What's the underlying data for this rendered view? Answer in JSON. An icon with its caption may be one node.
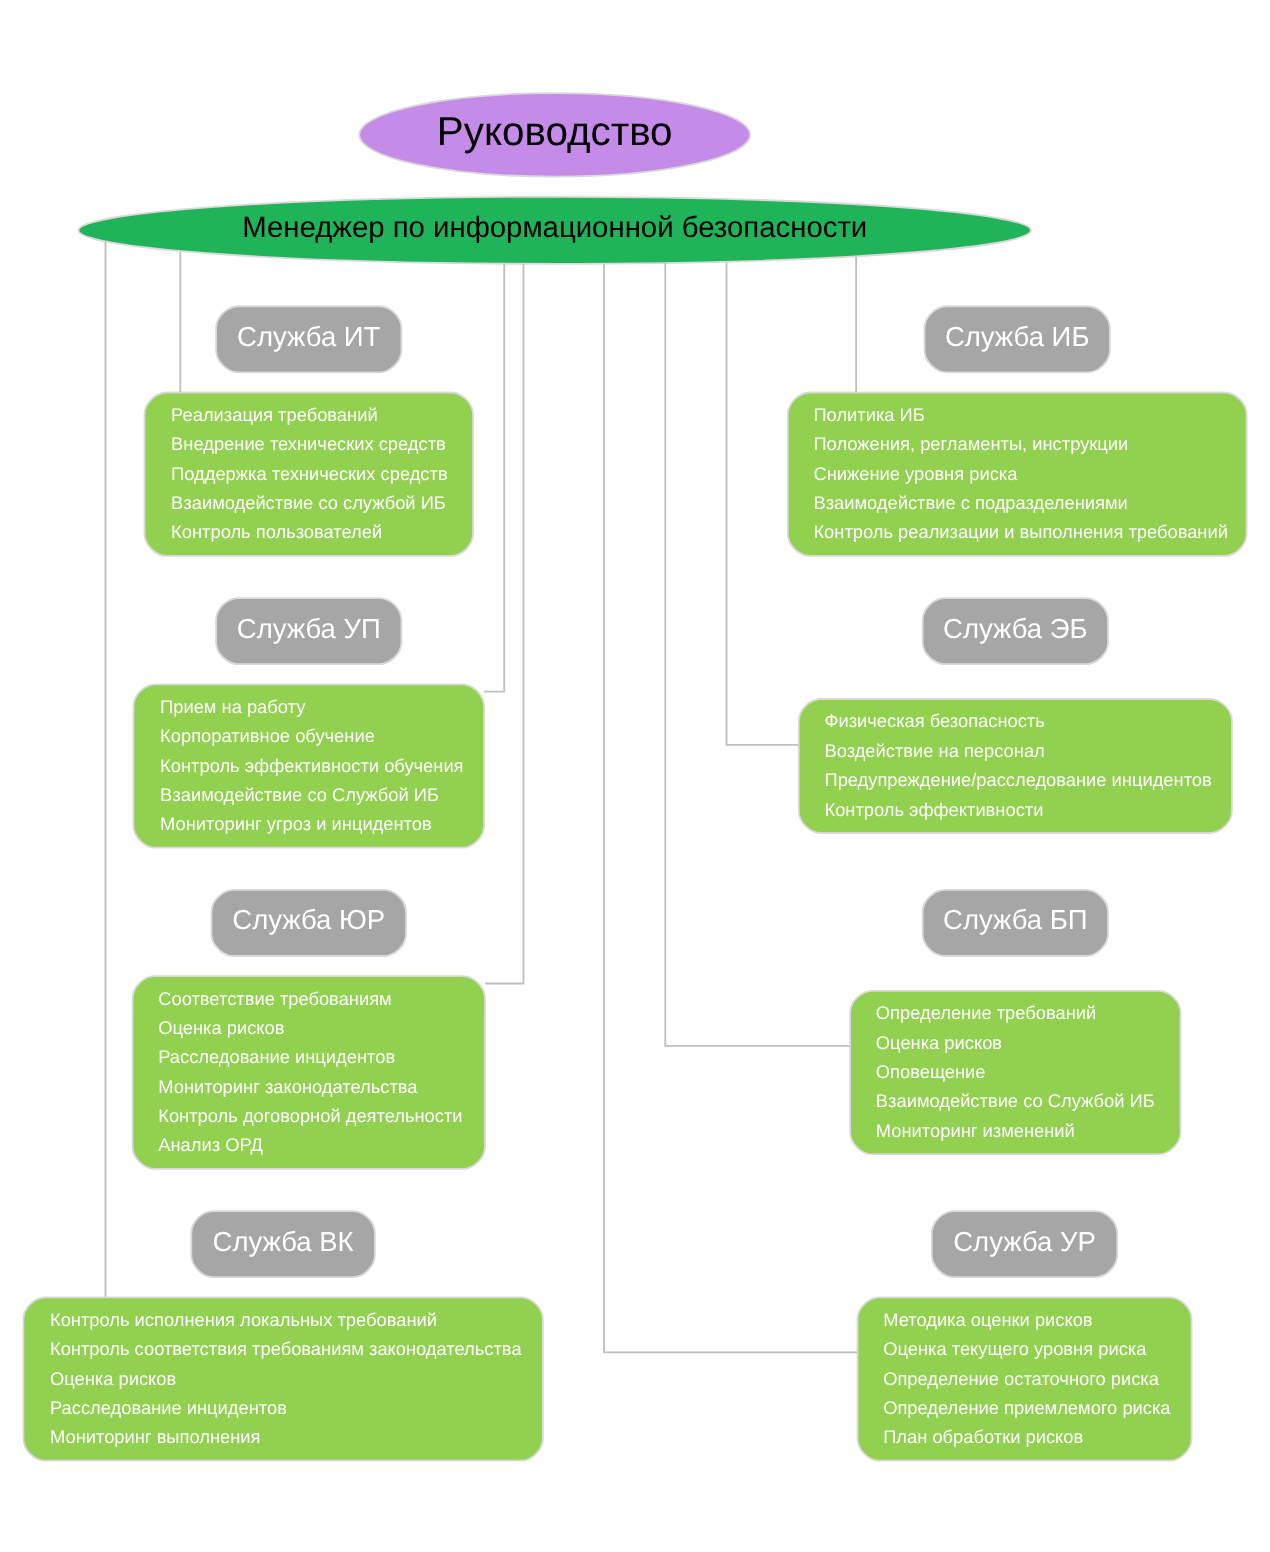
{
  "diagram": {
    "nodes": [
      {
        "text": [
          "Руководство"
        ]
      },
      {
        "text": [
          "Менеджер по информационной безопасности"
        ]
      },
      {
        "text": [
          "Служба ИТ"
        ]
      },
      {
        "text": [
          "Реализация требований",
          "Внедрение технических средств",
          "Поддержка технических средств",
          "Взаимодействие со службой ИБ",
          "Контроль пользователей"
        ]
      },
      {
        "text": [
          "Служба ИБ"
        ]
      },
      {
        "text": [
          "Политика ИБ",
          "Положения, регламенты, инструкции",
          "Снижение уровня риска",
          "Взаимодействие с подразделениями",
          "Контроль реализации и выполнения требований"
        ]
      },
      {
        "text": [
          "Служба УП"
        ]
      },
      {
        "text": [
          "Прием на работу",
          "Корпоративное обучение",
          "Контроль эффективности обучения",
          "Взаимодействие со Службой ИБ",
          "Мониторинг угроз и инцидентов"
        ]
      },
      {
        "text": [
          "Служба ЭБ"
        ]
      },
      {
        "text": [
          "Физическая безопасность",
          "Воздействие на персонал",
          "Предупреждение/расследование инцидентов",
          "Контроль эффективности"
        ]
      },
      {
        "text": [
          "Служба ЮР"
        ]
      },
      {
        "text": [
          "Соответствие требованиям",
          "Оценка рисков",
          "Расследование инцидентов",
          "Мониторинг законодательства",
          "Контроль договорной деятельности",
          "Анализ ОРД"
        ]
      },
      {
        "text": [
          "Служба БП"
        ]
      },
      {
        "text": [
          "Определение требований",
          "Оценка рисков",
          "Оповещение",
          "Взаимодействие со Службой ИБ",
          "Мониторинг изменений"
        ]
      },
      {
        "text": [
          "Служба ВК"
        ]
      },
      {
        "text": [
          "Контроль исполнения локальных требований",
          "Контроль соответствия требованиям законодательства",
          "Оценка рисков",
          "Расследование инцидентов",
          "Мониторинг выполнения"
        ]
      },
      {
        "text": [
          "Служба УР"
        ]
      },
      {
        "text": [
          "Методика оценки рисков",
          "Оценка текущего уровня риска",
          "Определение остаточного риска",
          "Определение приемлемого риска",
          "План обработки рисков"
        ]
      }
    ],
    "edges": [
      {
        "from": 1,
        "to": 3,
        "arrow": "none"
      },
      {
        "from": 1,
        "to": 5,
        "arrow": "none"
      },
      {
        "from": 1,
        "to": 7,
        "arrow": "none"
      },
      {
        "from": 1,
        "to": 9,
        "arrow": "none"
      },
      {
        "from": 1,
        "to": 11,
        "arrow": "none"
      },
      {
        "from": 1,
        "to": 13,
        "arrow": "none"
      },
      {
        "from": 1,
        "to": 15,
        "arrow": "none"
      },
      {
        "from": 1,
        "to": 17,
        "arrow": "none"
      }
    ]
  }
}
